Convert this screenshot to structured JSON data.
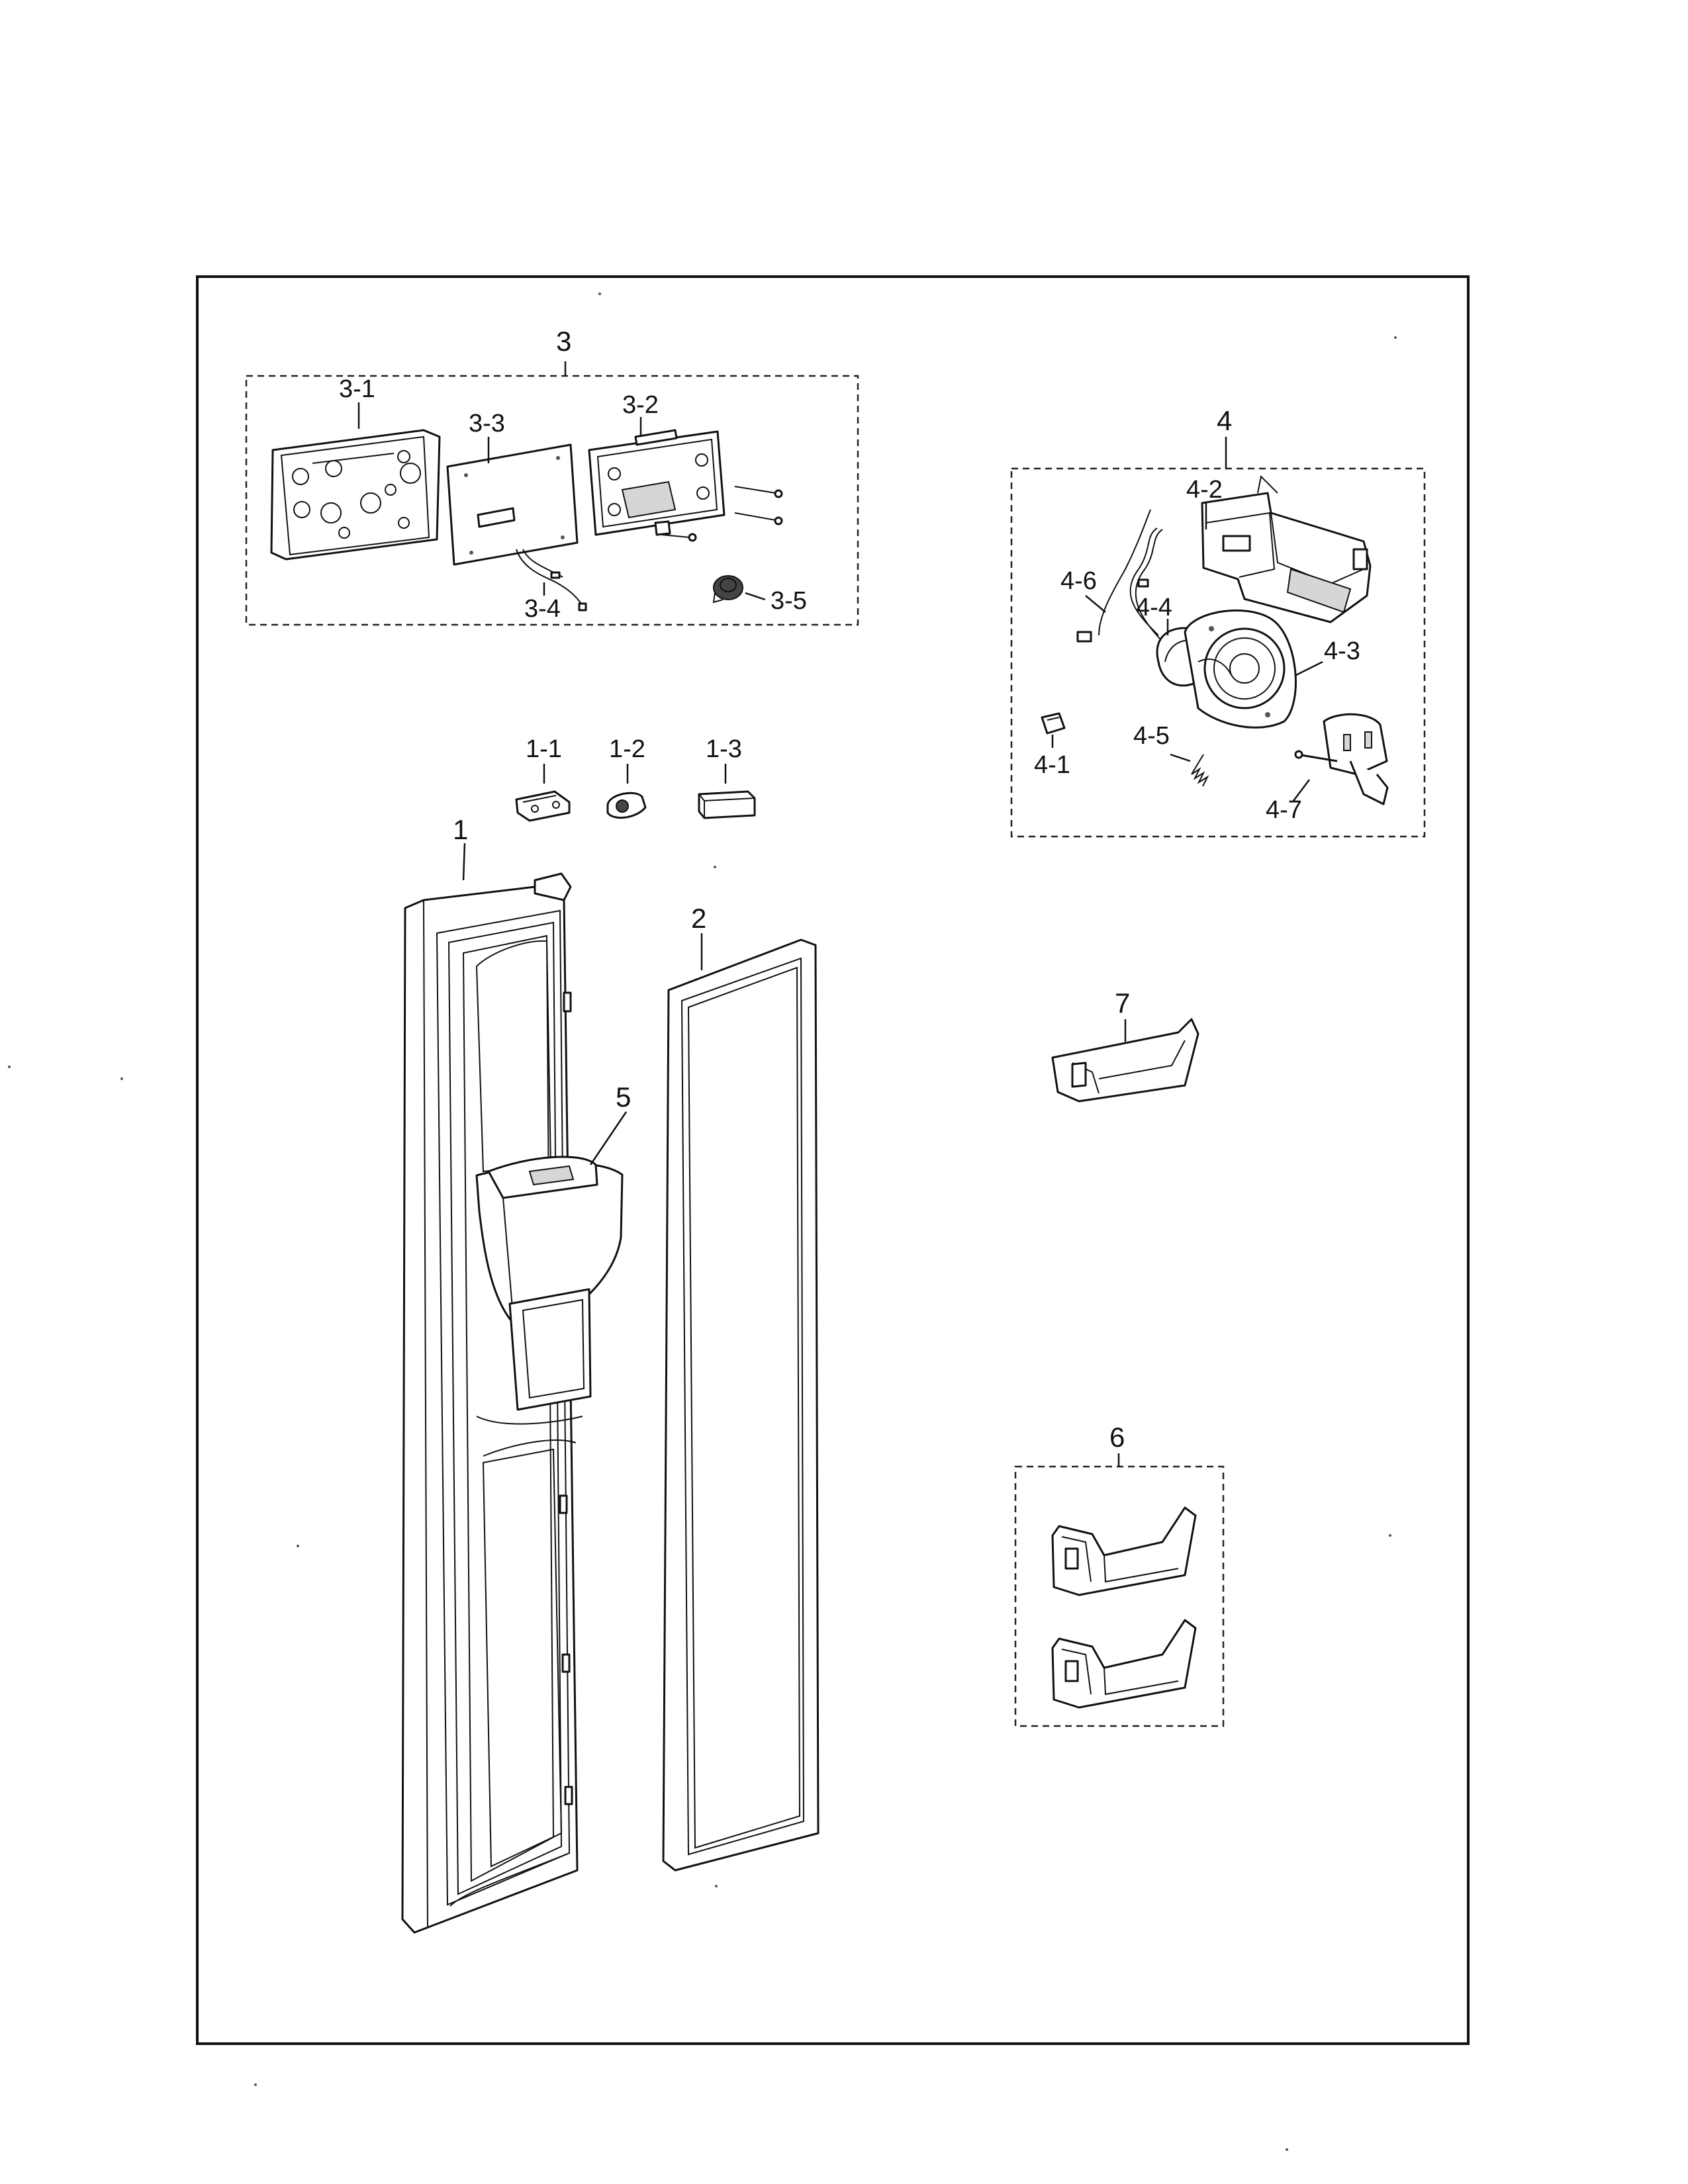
{
  "diagram": {
    "callouts": {
      "door": "1",
      "hinge_1_1": "1-1",
      "hinge_1_2": "1-2",
      "block_1_3": "1-3",
      "gasket": "2",
      "panel_assy": "3",
      "panel_3_1": "3-1",
      "panel_3_2": "3-2",
      "panel_3_3": "3-3",
      "wire_3_4": "3-4",
      "part_3_5": "3-5",
      "dispenser_assy": "4",
      "part_4_1": "4-1",
      "part_4_2": "4-2",
      "part_4_3": "4-3",
      "part_4_4": "4-4",
      "spring_4_5": "4-5",
      "wire_4_6": "4-6",
      "part_4_7": "4-7",
      "dispenser_cover": "5",
      "guard_set": "6",
      "guard_single": "7"
    }
  }
}
